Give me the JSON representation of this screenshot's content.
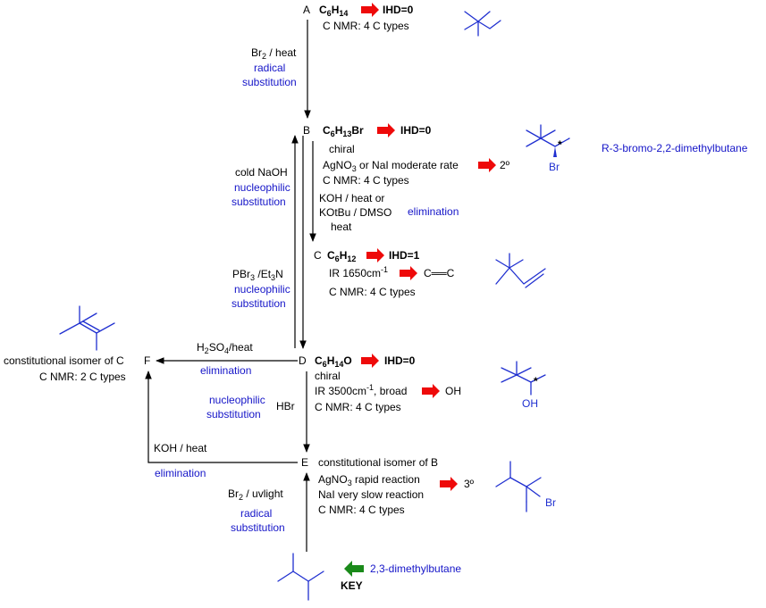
{
  "compounds": {
    "A": {
      "letter": "A",
      "formula_base": "C",
      "formula_sub1": "6",
      "formula_mid": "H",
      "formula_sub2": "14",
      "formula_end": "",
      "ihd": "IHD=0",
      "nmr": "C NMR: 4 C types"
    },
    "B": {
      "letter": "B",
      "formula_base": "C",
      "formula_sub1": "6",
      "formula_mid": "H",
      "formula_sub2": "13",
      "formula_end": "Br",
      "ihd": "IHD=0",
      "chiral": "chiral",
      "ag_prefix": "AgNO",
      "ag_sub": "3",
      "ag_rest": " or NaI moderate rate",
      "ag_result": "2º",
      "nmr": "C NMR: 4 C types",
      "name": "R-3-bromo-2,2-dimethylbutane",
      "br_label": "Br",
      "star": "*"
    },
    "C": {
      "letter": "C",
      "formula_base": "C",
      "formula_sub1": "6",
      "formula_mid": "H",
      "formula_sub2": "12",
      "formula_end": "",
      "ihd": "IHD=1",
      "ir_text": "IR 1650cm",
      "ir_sup": "-1",
      "ir_result": "C══C",
      "nmr": "C NMR: 4 C types"
    },
    "D": {
      "letter": "D",
      "formula_base": "C",
      "formula_sub1": "6",
      "formula_mid": "H",
      "formula_sub2": "14",
      "formula_end": "O",
      "ihd": "IHD=0",
      "chiral": "chiral",
      "ir_text": "IR 3500cm",
      "ir_sup": "-1",
      "ir_rest": ", broad",
      "ir_result": "OH",
      "nmr": "C NMR: 4 C types",
      "oh_label": "OH",
      "star": "*"
    },
    "E": {
      "letter": "E",
      "iso": "constitutional isomer of B",
      "ag": "AgNO",
      "ag_sub": "3",
      "ag_rest": " rapid reaction",
      "nai": "NaI very slow reaction",
      "ag_result": "3º",
      "nmr": "C NMR: 4 C types",
      "br_label": "Br"
    },
    "F": {
      "letter": "F",
      "iso": "constitutional isomer of C",
      "nmr": "C NMR: 2 C types"
    }
  },
  "reactions": {
    "a_to_b": {
      "reagent_prefix": "Br",
      "reagent_sub": "2",
      "reagent_rest": " / heat",
      "type1": "radical",
      "type2": "substitution"
    },
    "b_to_c": {
      "reagent1": "KOH / heat or",
      "reagent2": "KOtBu / DMSO",
      "reagent3": "heat",
      "type": "elimination"
    },
    "d_to_b": {
      "reagent": "cold NaOH",
      "type1": "nucleophilic",
      "type2": "substitution"
    },
    "c_to_d_side": {
      "reagent_prefix": "PBr",
      "reagent_sub": "3",
      "reagent_rest": " /Et",
      "reagent_sub2": "3",
      "reagent_end": "N",
      "type1": "nucleophilic",
      "type2": "substitution"
    },
    "d_to_f": {
      "reagent_prefix": "H",
      "reagent_sub": "2",
      "reagent_mid": "SO",
      "reagent_sub2": "4",
      "reagent_end": "/heat",
      "type": "elimination"
    },
    "d_to_e": {
      "reagent": "HBr",
      "type1": "nucleophilic",
      "type2": "substitution"
    },
    "e_to_f": {
      "reagent": "KOH / heat",
      "type": "elimination"
    },
    "start_to_e": {
      "reagent_prefix": "Br",
      "reagent_sub": "2",
      "reagent_rest": " / uvlight",
      "type1": "radical",
      "type2": "substitution"
    }
  },
  "key": {
    "label": "KEY",
    "name": "2,3-dimethylbutane"
  },
  "colors": {
    "accent_blue": "#1515c8",
    "arrow_red": "#ee0a0a",
    "arrow_green": "#1a8a1a",
    "structure_blue": "#1f2fd0"
  }
}
